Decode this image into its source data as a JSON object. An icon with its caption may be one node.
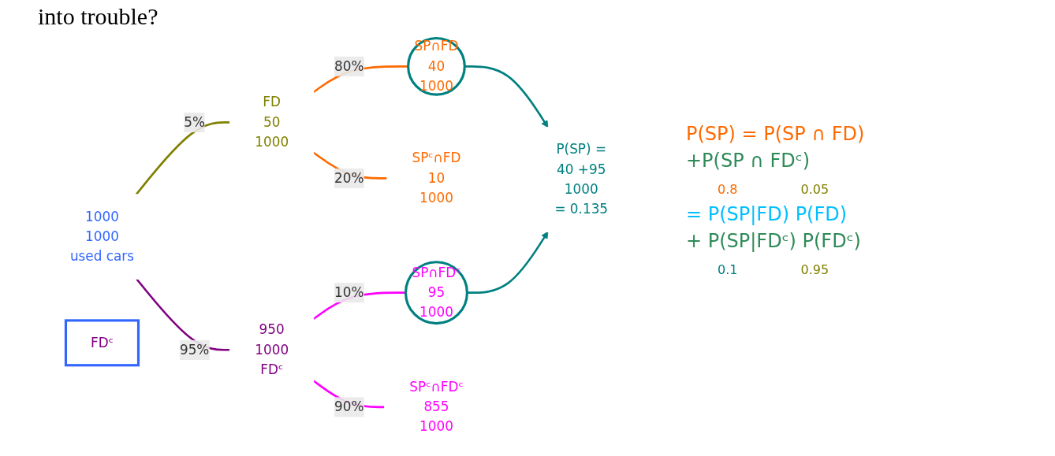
{
  "diagram": {
    "nodes": [
      {
        "text": [
          "1000",
          "1000",
          "used cars"
        ]
      },
      {
        "text": [
          "FD",
          "50",
          "1000"
        ]
      },
      {
        "text": [
          "950",
          "1000",
          "FDᶜ"
        ]
      },
      {
        "text": [
          "SP∩FD",
          "40",
          "1000"
        ]
      },
      {
        "text": [
          "SPᶜ∩FD",
          "10",
          "1000"
        ]
      },
      {
        "text": [
          "SP∩FDᶜ",
          "95",
          "1000"
        ]
      },
      {
        "text": [
          "SPᶜ∩FDᶜ",
          "855",
          "1000"
        ]
      },
      {
        "text": [
          "P(SP) =",
          "40 +95",
          "1000",
          "= 0.135"
        ]
      },
      {
        "text": [
          "FDᶜ"
        ]
      }
    ],
    "edges": [
      {
        "from": 0,
        "to": 1,
        "arrow": "none",
        "label": "5%",
        "color": "#808000"
      },
      {
        "from": 0,
        "to": 2,
        "arrow": "none",
        "label": "95%",
        "color": "#800080"
      },
      {
        "from": 1,
        "to": 3,
        "arrow": "none",
        "label": "80%",
        "color": "#ff6a00"
      },
      {
        "from": 1,
        "to": 4,
        "arrow": "none",
        "label": "20%",
        "color": "#ff6a00"
      },
      {
        "from": 2,
        "to": 5,
        "arrow": "none",
        "label": "10%",
        "color": "#ff00ff"
      },
      {
        "from": 2,
        "to": 6,
        "arrow": "none",
        "label": "90%",
        "color": "#ff00ff"
      },
      {
        "from": 3,
        "to": 7,
        "arrow": "to",
        "color": "#008080"
      },
      {
        "from": 5,
        "to": 7,
        "arrow": "to",
        "color": "#008080"
      }
    ],
    "labels": [
      "into trouble?",
      "P(SP) = P(SP ∩ FD)",
      "+P(SP ∩ FDᶜ)",
      "0.8",
      "0.05",
      "= P(SP|FD) P(FD)",
      "+ P(SP|FDᶜ) P(FDᶜ)",
      "0.1",
      "0.95"
    ]
  }
}
